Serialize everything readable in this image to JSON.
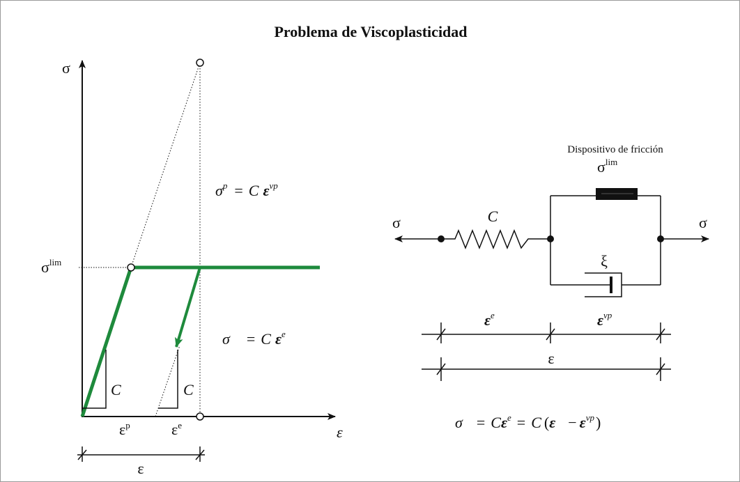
{
  "title": "Problema de Viscoplasticidad",
  "colors": {
    "green": "#1e8a3c",
    "ink": "#111111"
  },
  "graph": {
    "y_axis": "σ",
    "x_axis": "ε",
    "sigma_lim": {
      "base": "σ",
      "sup": "lim"
    },
    "slope_left": "C",
    "slope_right": "C",
    "eps_p": {
      "base": "ε",
      "sup": "p"
    },
    "eps_e": {
      "base": "ε",
      "sup": "e"
    },
    "eps_total": "ε"
  },
  "equations": {
    "eq1": {
      "lhs": "σ",
      "lhs_sup": "p",
      "eq": "=",
      "c": "C",
      "rhs": "ε",
      "rhs_sup": "vp"
    },
    "eq2": {
      "lhs": "σ",
      "eq": "=",
      "c": "C",
      "rhs": "ε",
      "rhs_sup": "e"
    },
    "eq3": {
      "lhs": "σ",
      "eq1": "=",
      "c1": "C",
      "e1": "ε",
      "e1_sup": "e",
      "eq2": "=",
      "c2": "C",
      "paren_open": "(",
      "eps": "ε",
      "minus": "−",
      "e2": "ε",
      "e2_sup": "vp",
      "paren_close": ")"
    }
  },
  "model": {
    "friction_caption": "Dispositivo de fricción",
    "friction_sigma": {
      "base": "σ",
      "sup": "lim"
    },
    "spring": "C",
    "dashpot": "ξ",
    "sigma_left": "σ",
    "sigma_right": "σ",
    "eps_e": {
      "base": "ε",
      "sup": "e"
    },
    "eps_vp": {
      "base": "ε",
      "sup": "vp"
    },
    "eps_total": "ε"
  }
}
